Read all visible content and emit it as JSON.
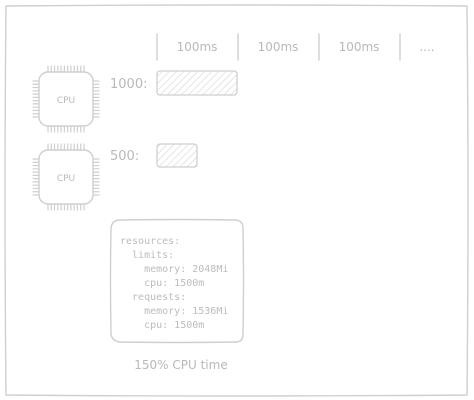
{
  "timeline": {
    "slots": [
      "100ms",
      "100ms",
      "100ms",
      "...."
    ]
  },
  "rows": [
    {
      "chip_label": "CPU",
      "value_label": "1000:",
      "usage_fraction": 1.0
    },
    {
      "chip_label": "CPU",
      "value_label": "500:",
      "usage_fraction": 0.5
    }
  ],
  "resources_box": {
    "lines": [
      "resources:",
      "  limits:",
      "    memory: 2048Mi",
      "    cpu: 1500m",
      "  requests:",
      "    memory: 1536Mi",
      "    cpu: 1500m"
    ]
  },
  "caption": "150% CPU time",
  "colors": {
    "stroke": "#cfcfcf",
    "text": "#b9b9b9",
    "hatch": "#d6d6d6"
  }
}
